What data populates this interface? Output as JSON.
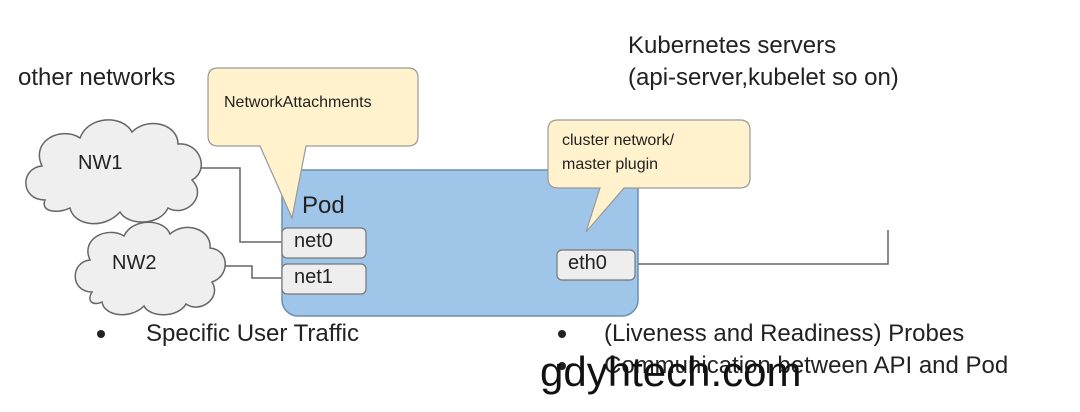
{
  "labels": {
    "other_networks": "other networks",
    "kubernetes_servers_line1": "Kubernetes servers",
    "kubernetes_servers_line2": "(api-server,kubelet so on)",
    "pod": "Pod"
  },
  "callouts": {
    "network_attachments": "NetworkAttachments",
    "cluster_network_line1": "cluster network/",
    "cluster_network_line2": "master plugin"
  },
  "clouds": {
    "nw1": "NW1",
    "nw2": "NW2"
  },
  "interfaces": {
    "net0": "net0",
    "net1": "net1",
    "eth0": "eth0"
  },
  "bullets": {
    "left": [
      "Specific User Traffic"
    ],
    "right": [
      "(Liveness and Readiness) Probes",
      "Communication between API and Pod"
    ]
  },
  "watermark": "gdyhtech.com",
  "colors": {
    "pod_fill": "#9fc5e8",
    "callout_fill": "#fff2cc",
    "cloud_fill": "#efefef",
    "interface_fill": "#eeeeee",
    "stroke": "#666666"
  }
}
